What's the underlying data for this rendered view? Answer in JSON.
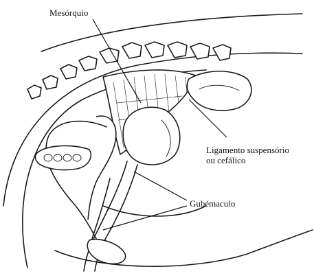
{
  "labels": {
    "mesorchium": "Mesórquio",
    "ligament_line1": "Ligamento suspensório",
    "ligament_line2": "ou cefálico",
    "gubernaculum": "Gubémaculo"
  }
}
